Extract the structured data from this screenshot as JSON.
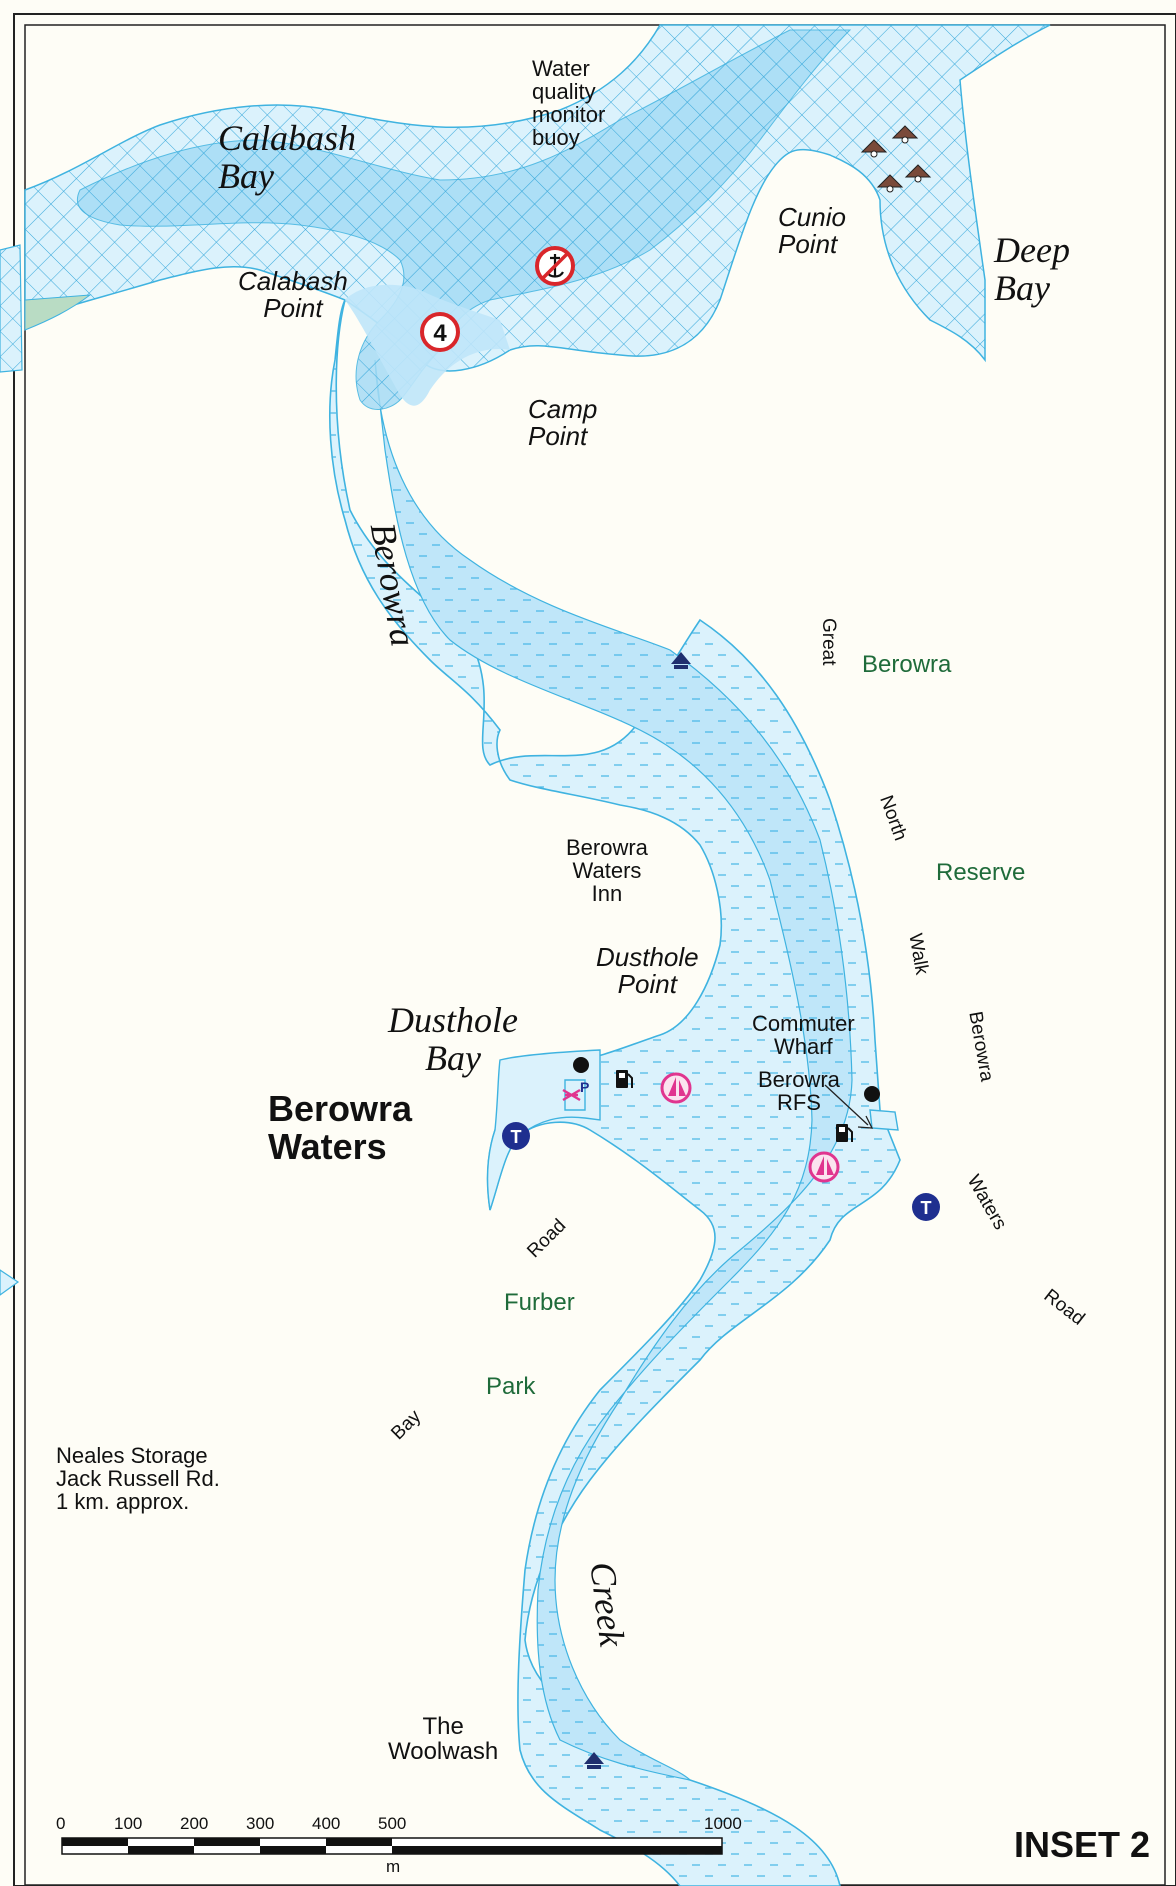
{
  "inset_title": "INSET 2",
  "place_labels": {
    "calabash_bay": "Calabash\nBay",
    "calabash_point": "Calabash\nPoint",
    "water_buoy": "Water\nquality\nmonitor\nbuoy",
    "cunio_point": "Cunio\nPoint",
    "deep_bay": "Deep\nBay",
    "camp_point": "Camp\nPoint",
    "berowra_river": "Berowra",
    "creek_river": "Creek",
    "berowra_waters_inn": "Berowra\nWaters\nInn",
    "dusthole_point": "Dusthole\nPoint",
    "dusthole_bay": "Dusthole\nBay",
    "berowra_waters": "Berowra\nWaters",
    "commuter_wharf": "Commuter\nWharf",
    "berowra_rfs": "Berowra\nRFS",
    "the_woolwash": "The\nWoolwash",
    "neales_storage": "Neales Storage\nJack Russell Rd.\n1 km. approx."
  },
  "park_labels": {
    "reserve_berowra": "Berowra",
    "reserve_reserve": "Reserve",
    "furber": "Furber",
    "park": "Park"
  },
  "road_labels": {
    "great": "Great",
    "north": "North",
    "walk": "Walk",
    "berowra_rd": "Berowra",
    "waters": "Waters",
    "road_right": "Road",
    "road_left": "Road",
    "bay": "Bay"
  },
  "symbols": {
    "speed_limit": "4",
    "no_anchor_icon": "no-anchoring-icon",
    "toilet_left": "T",
    "toilet_right": "T",
    "parking": "P"
  },
  "scale_bar": {
    "ticks": [
      "0",
      "100",
      "200",
      "300",
      "400",
      "500",
      "1000"
    ],
    "unit": "m"
  },
  "colors": {
    "land": "#fefdf6",
    "water_light": "#dbf2fc",
    "water_mid": "#bfe6f9",
    "water_deep": "#a6dcf5",
    "shore_line": "#3fb3e0",
    "park_text": "#1f6b3a",
    "marina_pink": "#e0358f",
    "toilet_blue": "#1f2f8f",
    "speed_red": "#d9262b"
  }
}
